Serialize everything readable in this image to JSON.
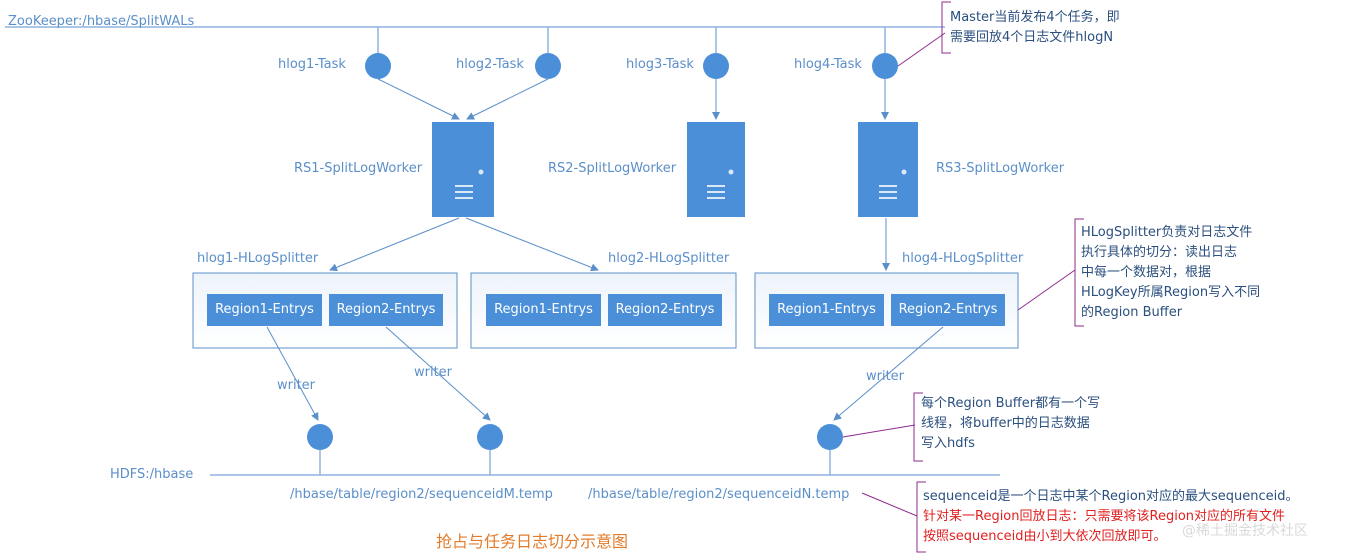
{
  "zookeeper_label": "ZooKeeper:/hbase/SplitWALs",
  "hdfs_label": "HDFS:/hbase",
  "tasks": [
    "hlog1-Task",
    "hlog2-Task",
    "hlog3-Task",
    "hlog4-Task"
  ],
  "workers": [
    "RS1-SplitLogWorker",
    "RS2-SplitLogWorker",
    "RS3-SplitLogWorker"
  ],
  "splitters": [
    "hlog1-HLogSplitter",
    "hlog2-HLogSplitter",
    "hlog4-HLogSplitter"
  ],
  "entries": {
    "region1": "Region1-Entrys",
    "region2": "Region2-Entrys"
  },
  "writer_label": "writer",
  "temp_files": [
    "/hbase/table/region2/sequenceidM.temp",
    "/hbase/table/region2/sequenceidN.temp"
  ],
  "notes": {
    "master": [
      "Master当前发布4个任务，即",
      "需要回放4个日志文件hlogN"
    ],
    "splitter": [
      "HLogSplitter负责对日志文件",
      "执行具体的切分：读出日志",
      "中每一个数据对，根据",
      "HLogKey所属Region写入不同",
      "的Region Buffer"
    ],
    "buffer": [
      "每个Region Buffer都有一个写",
      "线程，将buffer中的日志数据",
      "写入hdfs"
    ],
    "sequence": [
      "sequenceid是一个日志中某个Region对应的最大sequenceid。"
    ],
    "sequence_red": [
      "针对某一Region回放日志：只需要将该Region对应的所有文件",
      "按照sequenceid由小到大依次回放即可。"
    ]
  },
  "caption": "抢占与任务日志切分示意图",
  "watermark": "@稀土掘金技术社区",
  "colors": {
    "node": "#4a8fd8",
    "line": "#5b8fc9",
    "note_border": "#8e2b8e"
  }
}
